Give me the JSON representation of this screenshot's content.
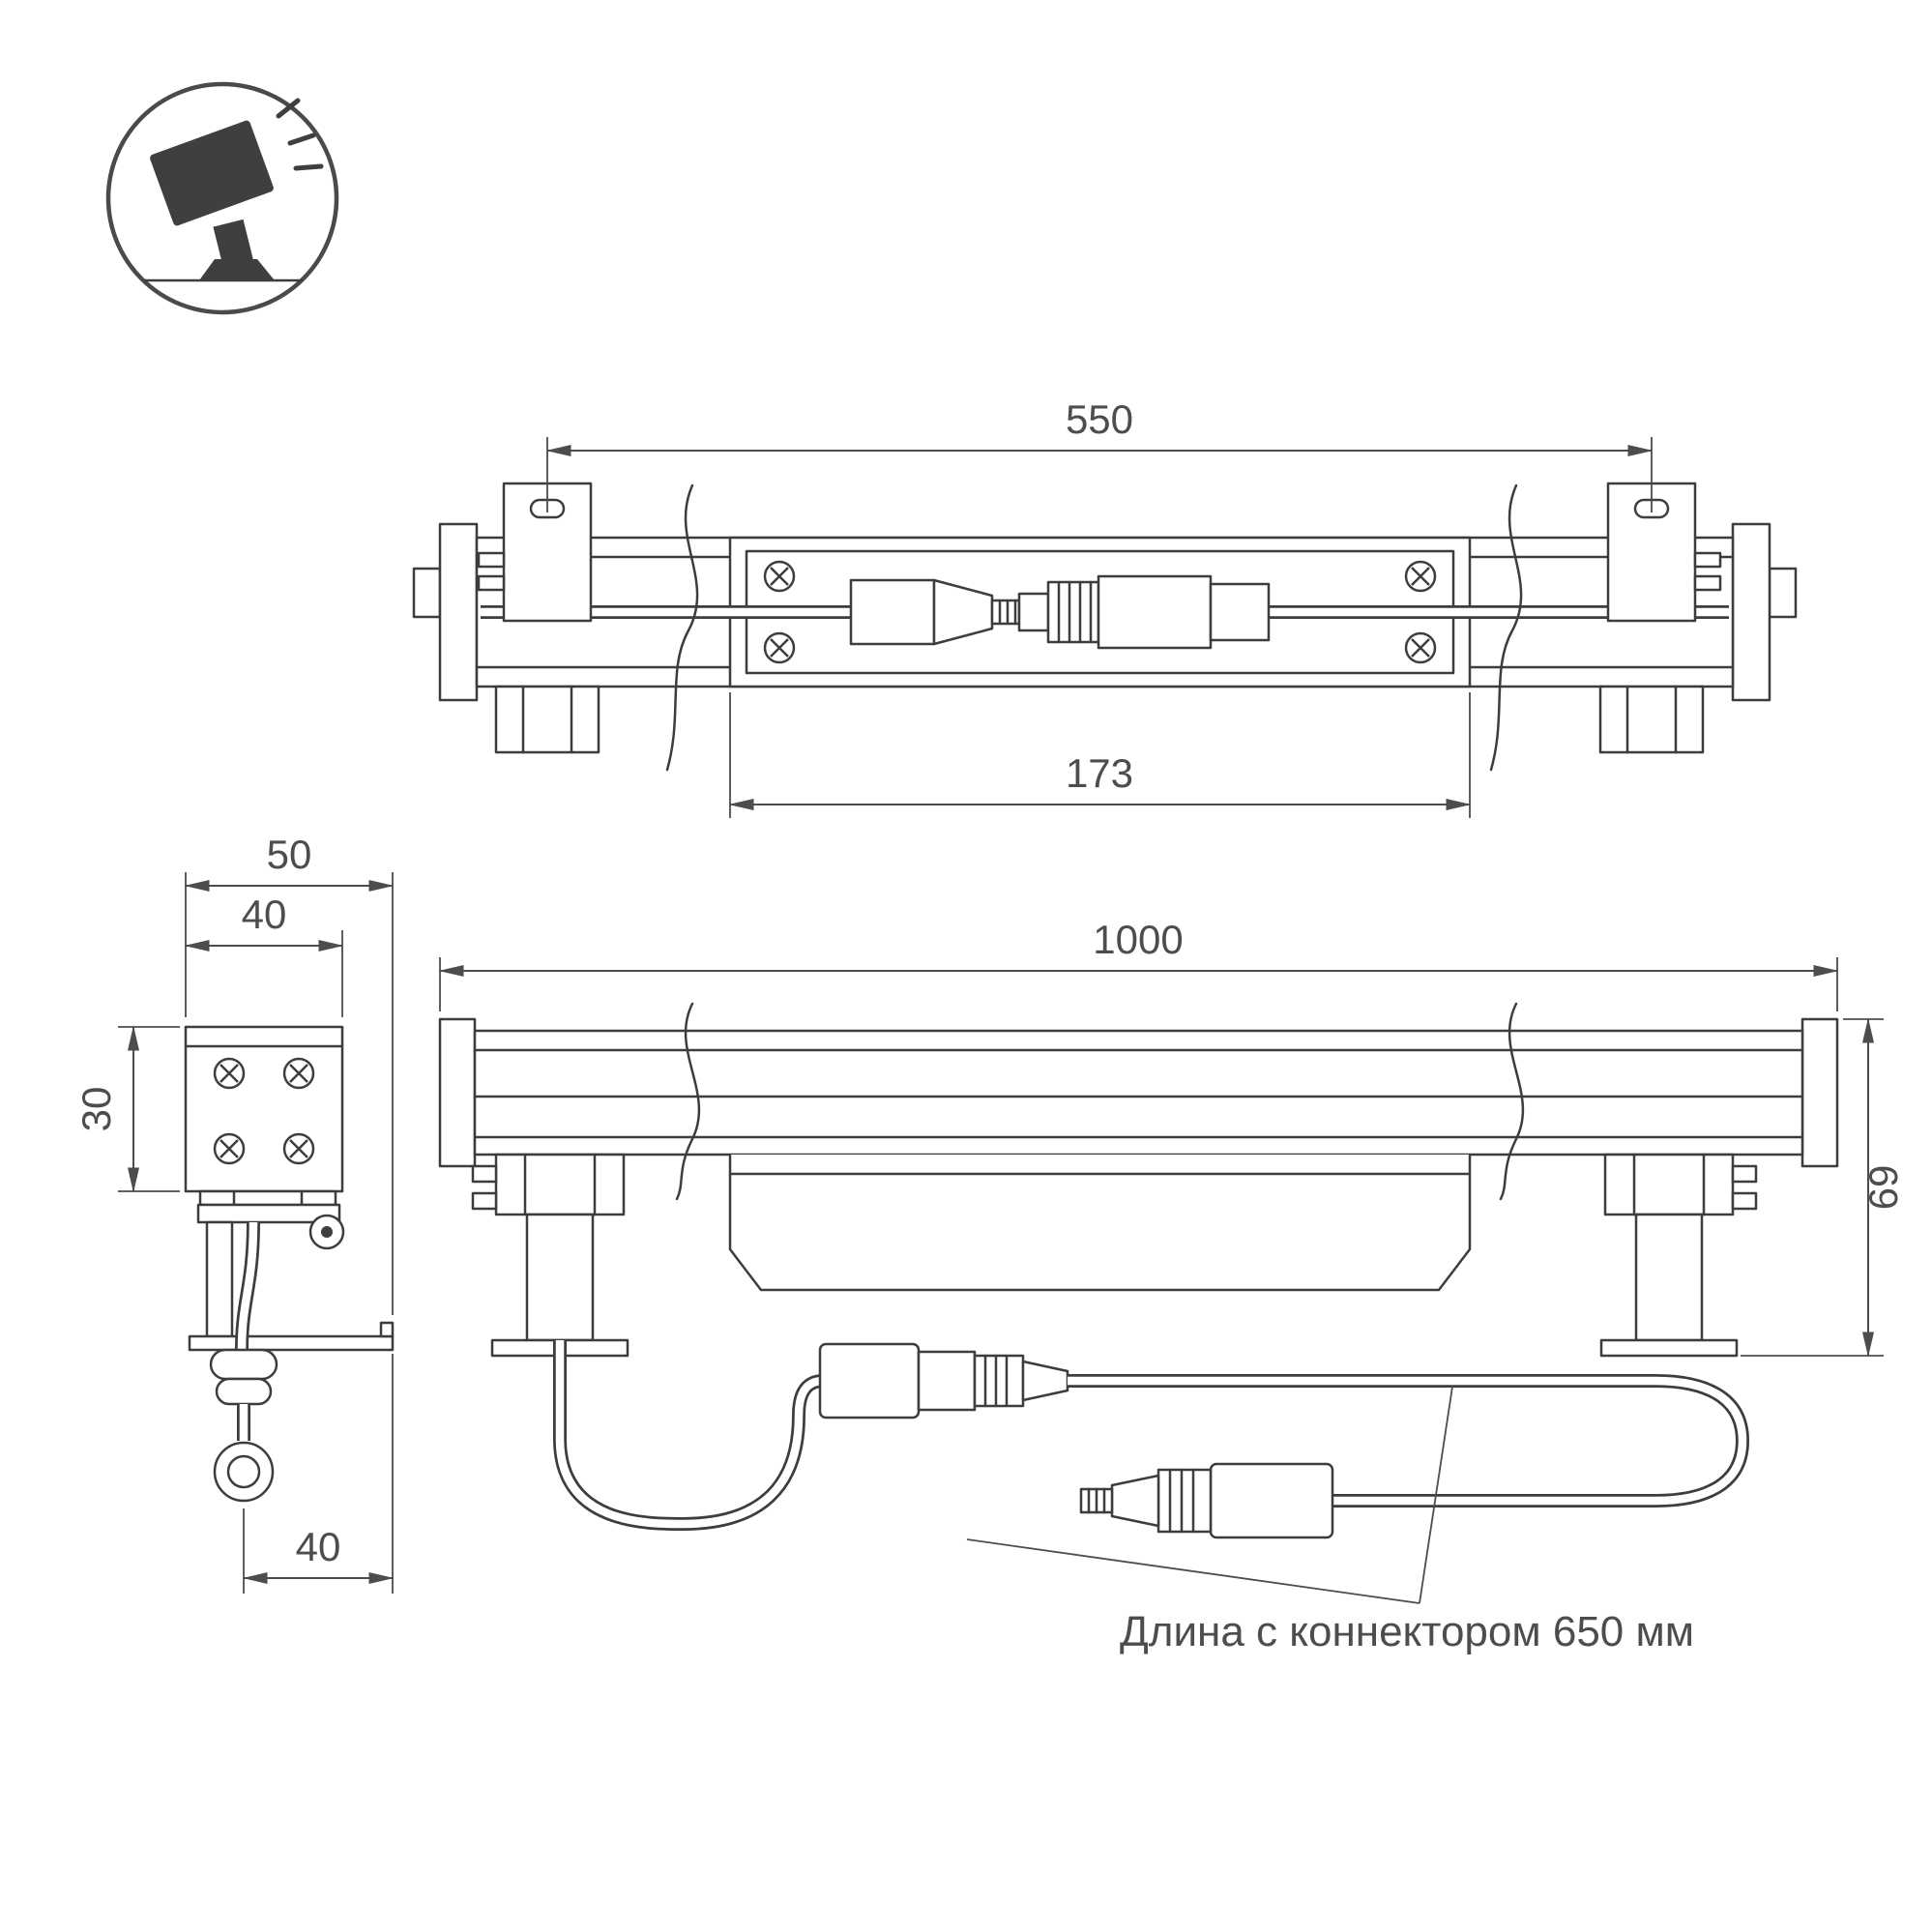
{
  "icon": "ground-floodlight",
  "dimensions": {
    "mount_spacing": "550",
    "module_length": "173",
    "side_depth": "50",
    "side_width": "40",
    "side_height": "30",
    "side_offset": "40",
    "total_length": "1000",
    "profile_height": "69"
  },
  "annotation": "Длина с коннектором 650 мм",
  "colors": {
    "line": "#3d3d3d",
    "dimension": "#4d4d4d",
    "background": "#ffffff"
  }
}
